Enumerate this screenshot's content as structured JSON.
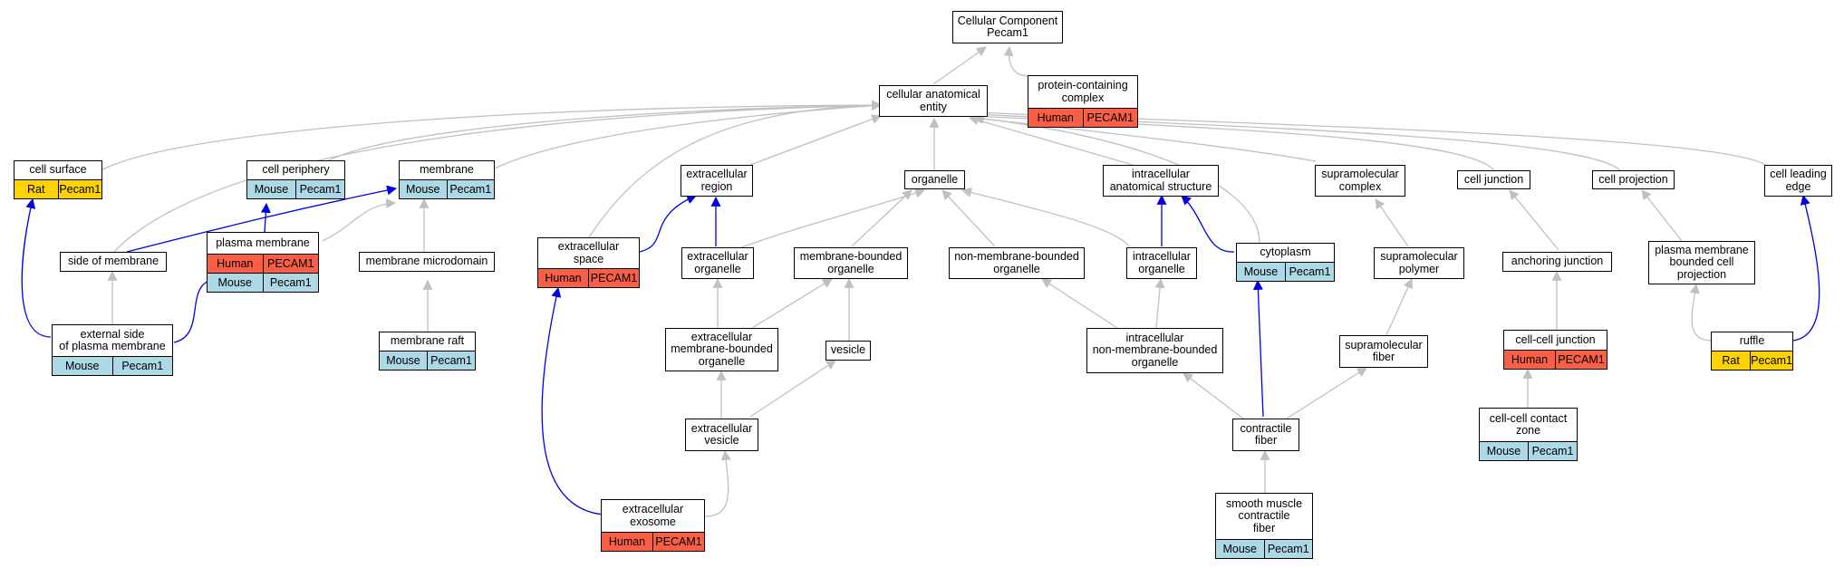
{
  "colors": {
    "Human": "#f95f46",
    "Mouse": "#add8e6",
    "Rat": "#ffd300",
    "edge_gray": "#c0c0c0",
    "edge_blue": "#0000e6"
  },
  "nodes": {
    "cc_root": {
      "lines": [
        "Cellular Component",
        "Pecam1"
      ]
    },
    "cae": {
      "lines": [
        "cellular anatomical",
        "entity"
      ]
    },
    "pcc": {
      "lines": [
        "protein-containing",
        "complex"
      ],
      "tags": [
        {
          "species": "Human",
          "gene": "PECAM1"
        }
      ]
    },
    "cell_surface": {
      "lines": [
        "cell surface"
      ],
      "tags": [
        {
          "species": "Rat",
          "gene": "Pecam1"
        }
      ]
    },
    "cell_periphery": {
      "lines": [
        "cell periphery"
      ],
      "tags": [
        {
          "species": "Mouse",
          "gene": "Pecam1"
        }
      ]
    },
    "membrane": {
      "lines": [
        "membrane"
      ],
      "tags": [
        {
          "species": "Mouse",
          "gene": "Pecam1"
        }
      ]
    },
    "ext_region": {
      "lines": [
        "extracellular",
        "region"
      ]
    },
    "organelle": {
      "lines": [
        "organelle"
      ]
    },
    "ias": {
      "lines": [
        "intracellular",
        "anatomical structure"
      ]
    },
    "smc": {
      "lines": [
        "supramolecular",
        "complex"
      ]
    },
    "cell_junction": {
      "lines": [
        "cell junction"
      ]
    },
    "cell_projection": {
      "lines": [
        "cell projection"
      ]
    },
    "cell_leading_edge": {
      "lines": [
        "cell leading",
        "edge"
      ]
    },
    "side_membrane": {
      "lines": [
        "side of membrane"
      ]
    },
    "plasma_membrane": {
      "lines": [
        "plasma membrane"
      ],
      "tags": [
        {
          "species": "Human",
          "gene": "PECAM1"
        },
        {
          "species": "Mouse",
          "gene": "Pecam1"
        }
      ]
    },
    "mem_microdomain": {
      "lines": [
        "membrane microdomain"
      ]
    },
    "ext_space": {
      "lines": [
        "extracellular",
        "space"
      ],
      "tags": [
        {
          "species": "Human",
          "gene": "PECAM1"
        }
      ]
    },
    "ext_organelle": {
      "lines": [
        "extracellular",
        "organelle"
      ]
    },
    "mb_organelle": {
      "lines": [
        "membrane-bounded",
        "organelle"
      ]
    },
    "nmb_organelle": {
      "lines": [
        "non-membrane-bounded",
        "organelle"
      ]
    },
    "ic_organelle": {
      "lines": [
        "intracellular",
        "organelle"
      ]
    },
    "cytoplasm": {
      "lines": [
        "cytoplasm"
      ],
      "tags": [
        {
          "species": "Mouse",
          "gene": "Pecam1"
        }
      ]
    },
    "sm_polymer": {
      "lines": [
        "supramolecular",
        "polymer"
      ]
    },
    "anchoring_junction": {
      "lines": [
        "anchoring junction"
      ]
    },
    "pmbcp": {
      "lines": [
        "plasma membrane",
        "bounded cell",
        "projection"
      ]
    },
    "ext_side_pm": {
      "lines": [
        "external side",
        "of plasma membrane"
      ],
      "tags": [
        {
          "species": "Mouse",
          "gene": "Pecam1"
        }
      ]
    },
    "membrane_raft": {
      "lines": [
        "membrane raft"
      ],
      "tags": [
        {
          "species": "Mouse",
          "gene": "Pecam1"
        }
      ]
    },
    "ext_mb_organelle": {
      "lines": [
        "extracellular",
        "membrane-bounded",
        "organelle"
      ]
    },
    "vesicle": {
      "lines": [
        "vesicle"
      ]
    },
    "ic_nmb_organelle": {
      "lines": [
        "intracellular",
        "non-membrane-bounded",
        "organelle"
      ]
    },
    "sm_fiber": {
      "lines": [
        "supramolecular",
        "fiber"
      ]
    },
    "ccj": {
      "lines": [
        "cell-cell junction"
      ],
      "tags": [
        {
          "species": "Human",
          "gene": "PECAM1"
        }
      ]
    },
    "ruffle": {
      "lines": [
        "ruffle"
      ],
      "tags": [
        {
          "species": "Rat",
          "gene": "Pecam1"
        }
      ]
    },
    "ext_vesicle": {
      "lines": [
        "extracellular",
        "vesicle"
      ]
    },
    "contractile_fiber": {
      "lines": [
        "contractile",
        "fiber"
      ]
    },
    "cccz": {
      "lines": [
        "cell-cell contact",
        "zone"
      ],
      "tags": [
        {
          "species": "Mouse",
          "gene": "Pecam1"
        }
      ]
    },
    "ext_exosome": {
      "lines": [
        "extracellular",
        "exosome"
      ],
      "tags": [
        {
          "species": "Human",
          "gene": "PECAM1"
        }
      ]
    },
    "smcf": {
      "lines": [
        "smooth muscle",
        "contractile",
        "fiber"
      ],
      "tags": [
        {
          "species": "Mouse",
          "gene": "Pecam1"
        }
      ]
    }
  }
}
